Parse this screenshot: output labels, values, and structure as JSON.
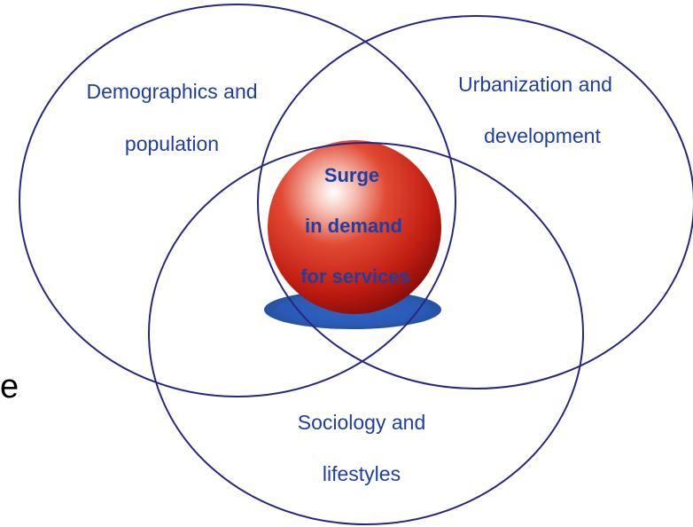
{
  "diagram": {
    "circles": [
      {
        "label_lines": [
          "Demographics and",
          "population"
        ],
        "stroke": "#27277f"
      },
      {
        "label_lines": [
          "Urbanization and",
          "development"
        ],
        "stroke": "#27277f"
      },
      {
        "label_lines": [
          "Sociology and",
          "lifestyles"
        ],
        "stroke": "#27277f"
      }
    ],
    "center": {
      "label_lines": [
        "Surge",
        "in demand",
        "for services"
      ],
      "sphere_color": "#d62a1c",
      "shadow_color": "#2a5db8"
    },
    "edge_fragment": "e",
    "text_color": "#1f3fa0"
  }
}
